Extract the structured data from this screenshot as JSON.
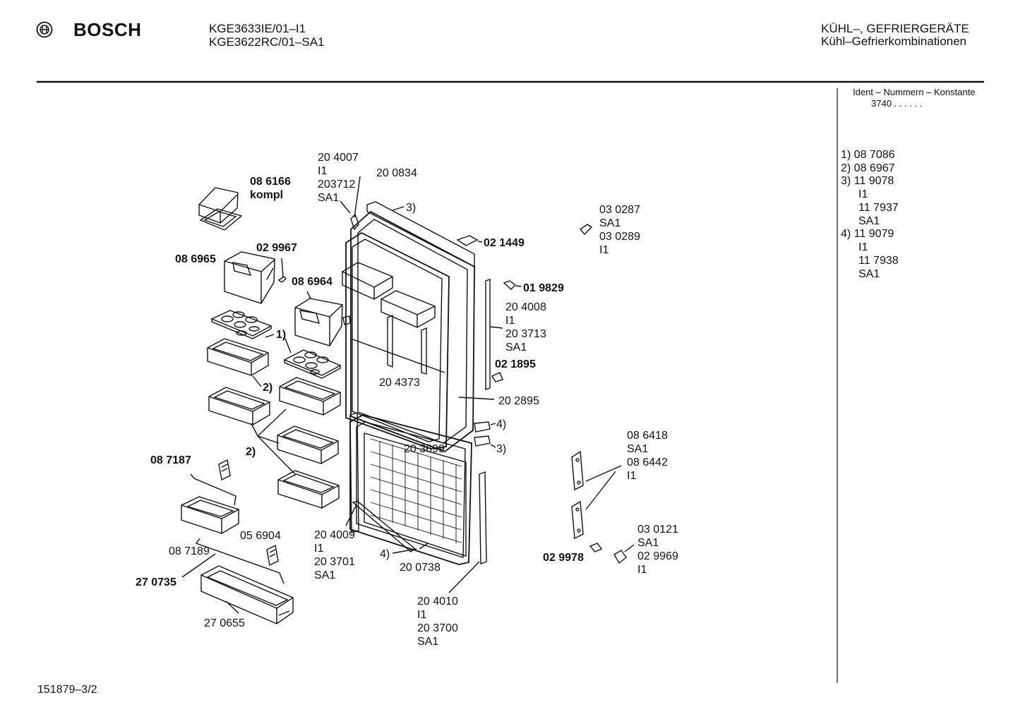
{
  "header": {
    "brand": "BOSCH",
    "model_line_1": "KGE3633IE/01–I1",
    "model_line_2": "KGE3622RC/01–SA1",
    "category_line_1": "KÜHL–, GEFRIERGERÄTE",
    "category_line_2": "Kühl–Gefrierkombinationen"
  },
  "sidebar": {
    "ident_title": "Ident – Nummern – Konstante",
    "ident_value": "3740 . .  . . . .",
    "notes": [
      "1)  08 7086",
      "2)  08 6967",
      "3)  11 9078",
      "I1",
      "11 7937",
      "SA1",
      "4)  11 9079",
      "I1",
      "11 7938",
      "SA1"
    ]
  },
  "parts": {
    "p204007": [
      "20 4007",
      "I1",
      "203712",
      "SA1"
    ],
    "p200834": "20 0834",
    "p086166": [
      "08 6166",
      "kompl"
    ],
    "p029967": "02 9967",
    "p086965": "08 6965",
    "p086964": "08 6964",
    "ref1": "1)",
    "ref2a": "2)",
    "ref2b": "2)",
    "ref3a": "3)",
    "ref3b": "3)",
    "ref4a": "4)",
    "ref4b": "4)",
    "p030287": [
      "03 0287",
      "SA1",
      "03 0289",
      "I1"
    ],
    "p021449": "02 1449",
    "p019829": "01 9829",
    "p204008": [
      "20 4008",
      "I1",
      "20 3713",
      "SA1"
    ],
    "p021895": "02 1895",
    "p204373": "20 4373",
    "p202895": "20 2895",
    "p203699": "20 3699",
    "p087187": "08 7187",
    "p086418": [
      "08 6418",
      "SA1",
      "08 6442",
      "I1"
    ],
    "p087189": "08 7189",
    "p056904": "05 6904",
    "p270735": "27 0735",
    "p270655": "27 0655",
    "p204009": [
      "20 4009",
      "I1",
      "20 3701",
      "SA1"
    ],
    "p200738": "20 0738",
    "p204010": [
      "20 4010",
      "I1",
      "20 3700",
      "SA1"
    ],
    "p030121": [
      "03 0121",
      "SA1",
      "02 9969",
      "I1"
    ],
    "p029978": "02 9978"
  },
  "footer": {
    "doc_number": "151879–3/2"
  }
}
